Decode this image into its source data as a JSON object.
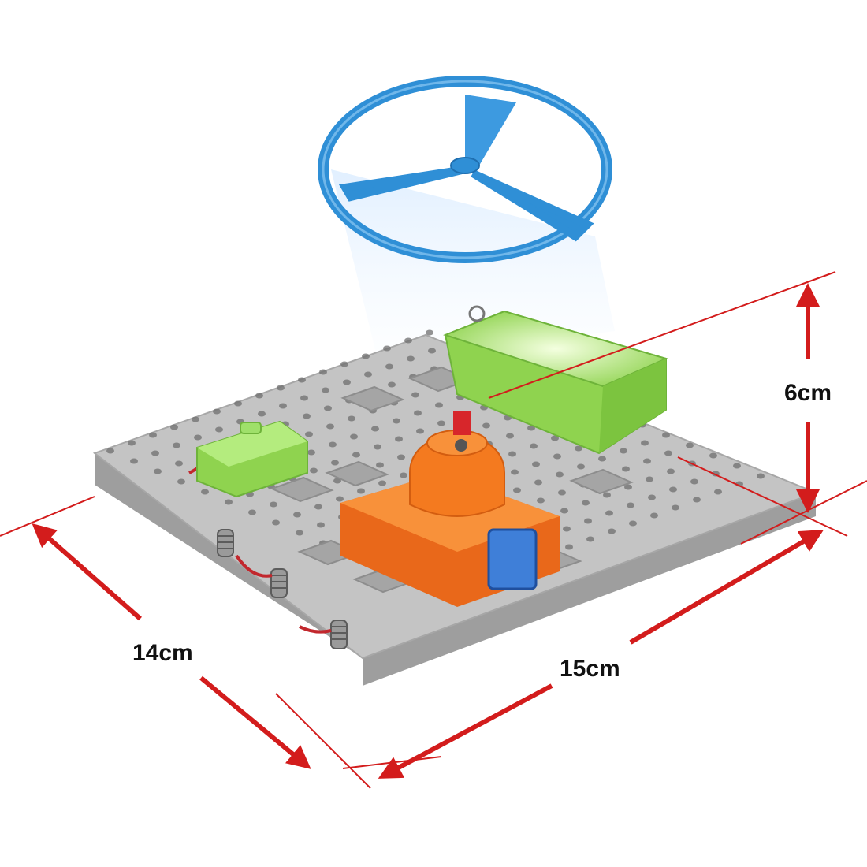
{
  "product": {
    "board_color": "#b9b9b9",
    "battery_color": "#9fe06a",
    "motor_color": "#f47a1f",
    "propeller_color": "#2f8fd6",
    "dimension_line_color": "#d31c1c"
  },
  "dimensions": {
    "depth": "14cm",
    "width": "15cm",
    "height": "6cm"
  }
}
